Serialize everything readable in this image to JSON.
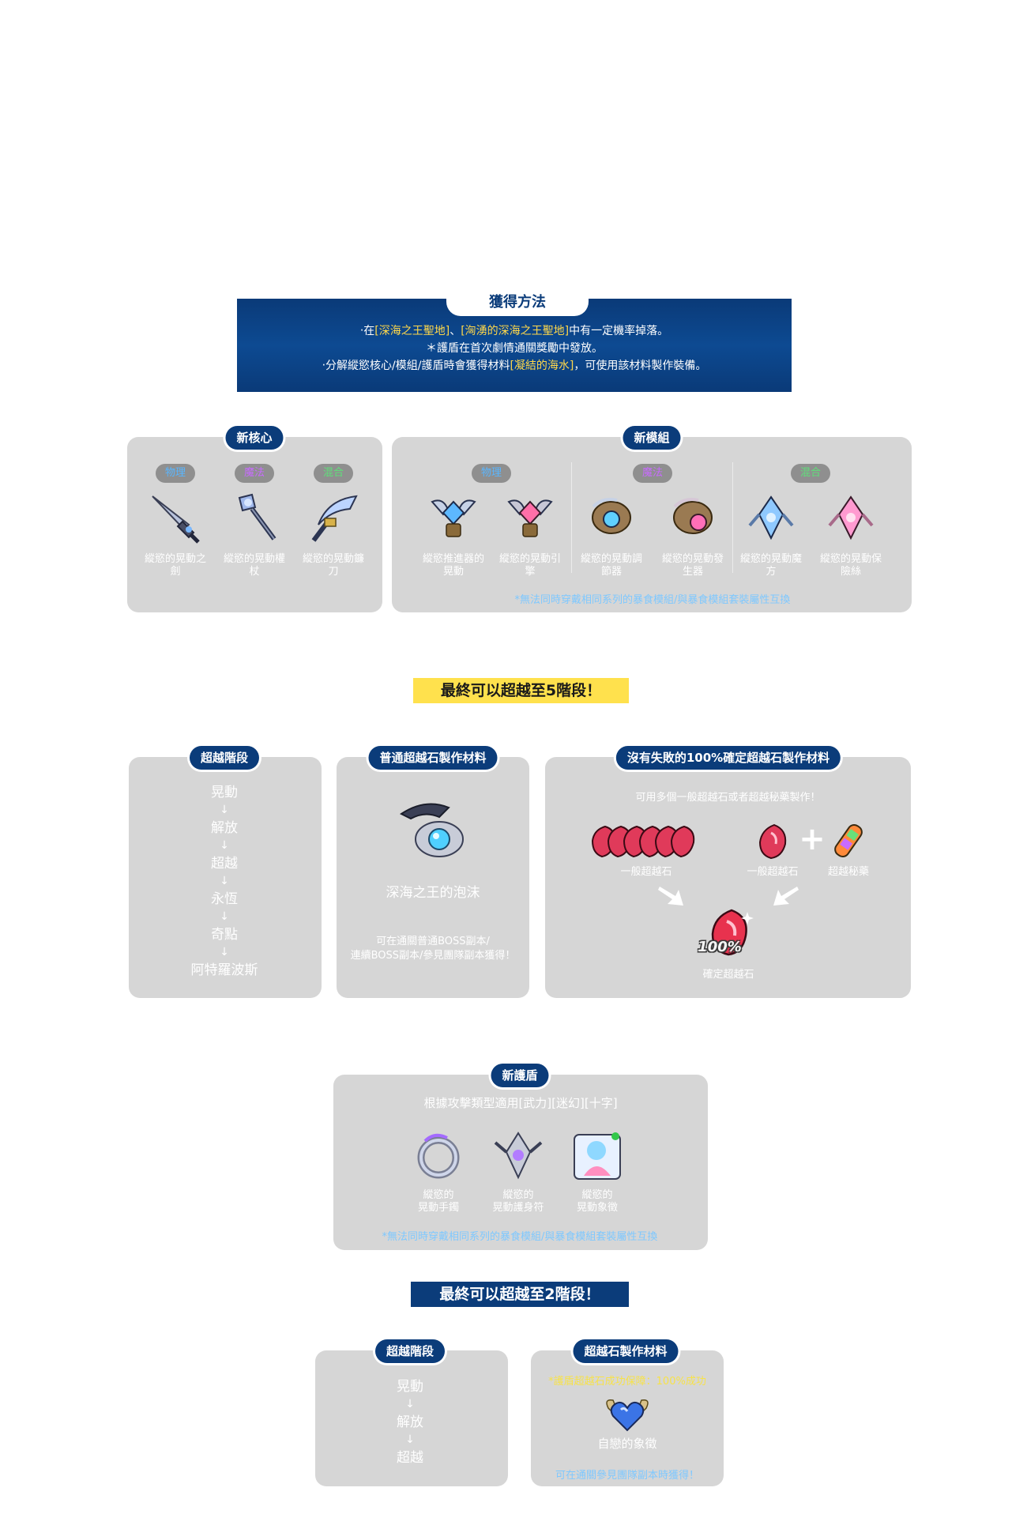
{
  "acquire": {
    "title": "獲得方法",
    "line1": {
      "pre": "‧在",
      "h1": "[深海之王聖地]",
      "mid": "、",
      "h2": "[洶湧的深海之王聖地]",
      "post": "中有一定機率掉落。"
    },
    "line2": "＊護盾在首次劇情通關獎勵中發放。",
    "line3": {
      "pre": "‧分解縱慾核心/模組/護盾時會獲得材料",
      "h": "[凝結的海水]",
      "post": "，可使用該材料製作裝備。"
    }
  },
  "cores": {
    "title": "新核心",
    "tags": [
      "物理",
      "魔法",
      "混合"
    ],
    "items": [
      {
        "label": "縱慾的晃動之劍",
        "icon": "sword-icon"
      },
      {
        "label": "縱慾的晃動權杖",
        "icon": "scepter-icon"
      },
      {
        "label": "縱慾的晃動鐮刀",
        "icon": "scythe-icon"
      }
    ]
  },
  "modules": {
    "title": "新模組",
    "tags": [
      "物理",
      "魔法",
      "混合"
    ],
    "items": [
      {
        "label": "縱慾推進器的晃動",
        "icon": "thruster-icon"
      },
      {
        "label": "縱慾的晃動引擎",
        "icon": "engine-icon"
      },
      {
        "label": "縱慾的晃動調節器",
        "icon": "regulator-icon"
      },
      {
        "label": "縱慾的晃動發生器",
        "icon": "generator-icon"
      },
      {
        "label": "縱慾的晃動魔方",
        "icon": "cube-icon"
      },
      {
        "label": "縱慾的晃動保險絲",
        "icon": "fuse-icon"
      }
    ],
    "note": "*無法同時穿戴相同系列的暴食模組/與暴食模組套裝屬性互換"
  },
  "banner1": "最終可以超越至5階段！",
  "stages1": {
    "title": "超越階段",
    "steps": [
      "晃動",
      "解放",
      "超越",
      "永恆",
      "奇點",
      "阿特羅波斯"
    ],
    "arrow": "↓"
  },
  "normal_mat": {
    "title": "普通超越石製作材料",
    "item": "深海之王的泡沫",
    "desc1": "可在通關普通BOSS副本/",
    "desc2": "連續BOSS副本/參見團隊副本獲得！"
  },
  "sure_mat": {
    "title": "沒有失敗的100%確定超越石製作材料",
    "hint": "可用多個一般超越石或者超越秘藥製作！",
    "stone_label_a": "一般超越石",
    "stone_label_b": "一般超越石",
    "potion_label": "超越秘藥",
    "result_label": "確定超越石",
    "percent": "100%",
    "plus": "+"
  },
  "shields": {
    "title": "新護盾",
    "subtitle": "根據攻擊類型適用[武力][迷幻][十字]",
    "items": [
      {
        "line1": "縱慾的",
        "line2": "晃動手鐲",
        "icon": "bracelet-icon"
      },
      {
        "line1": "縱慾的",
        "line2": "晃動護身符",
        "icon": "amulet-icon"
      },
      {
        "line1": "縱慾的",
        "line2": "晃動象徵",
        "icon": "emblem-icon"
      }
    ],
    "note": "*無法同時穿戴相同系列的暴食模組/與暴食模組套裝屬性互換"
  },
  "banner2": "最終可以超越至2階段！",
  "stages2": {
    "title": "超越階段",
    "steps": [
      "晃動",
      "解放",
      "超越"
    ],
    "arrow": "↓"
  },
  "shield_mat": {
    "title": "超越石製作材料",
    "warn": "*護盾超越石成功保障：100%成功",
    "item": "自戀的象徵",
    "desc": "可在通關參見團隊副本時獲得！"
  },
  "colors": {
    "navy": "#0b3c7a",
    "panel": "#d6d6d6",
    "yellow": "#ffe14d",
    "physical": "#59b6ff",
    "magic": "#c86bff",
    "mixed": "#5fe07a",
    "note_blue": "#7ec8ff",
    "warn_yellow": "#f7e24a"
  }
}
